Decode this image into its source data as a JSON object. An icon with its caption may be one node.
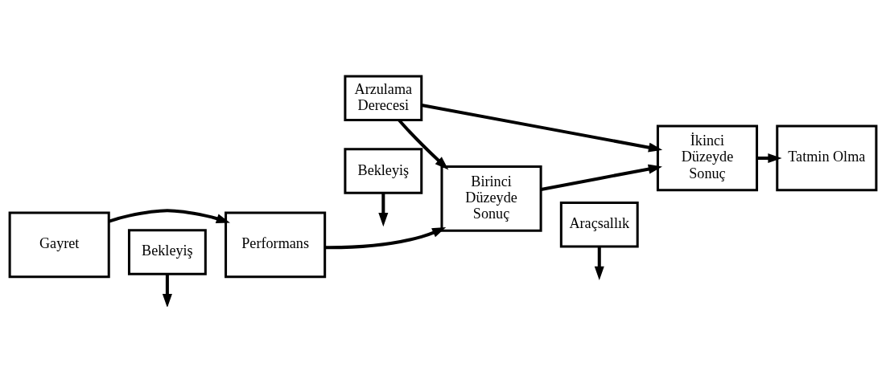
{
  "diagram": {
    "nodes": [
      {
        "text": [
          "Arzulama Derecesi"
        ]
      },
      {
        "text": [
          "Gayret"
        ]
      },
      {
        "text": [
          "Performans"
        ]
      },
      {
        "text": [
          "Birinci Düzeyde Sonuç"
        ]
      },
      {
        "text": [
          "İkinci Düzeyde Sonuç"
        ]
      },
      {
        "text": [
          "Tatmin Olma"
        ]
      },
      {
        "text": [
          "Bekleyiş"
        ]
      },
      {
        "text": [
          "Bekleyiş"
        ]
      },
      {
        "text": [
          "Araçsallık"
        ]
      }
    ],
    "edges": [
      {
        "from": 1,
        "to": 2,
        "arrow": "to"
      },
      {
        "from": 2,
        "to": 3,
        "arrow": "to"
      },
      {
        "from": 3,
        "to": 4,
        "arrow": "to"
      },
      {
        "from": 4,
        "to": 5,
        "arrow": "to"
      },
      {
        "from": 0,
        "to": 3,
        "arrow": "to"
      },
      {
        "from": 0,
        "to": 4,
        "arrow": "to"
      },
      {
        "from": 6,
        "to": null,
        "arrow": "to"
      },
      {
        "from": 7,
        "to": null,
        "arrow": "to"
      },
      {
        "from": 8,
        "to": null,
        "arrow": "to"
      }
    ]
  }
}
